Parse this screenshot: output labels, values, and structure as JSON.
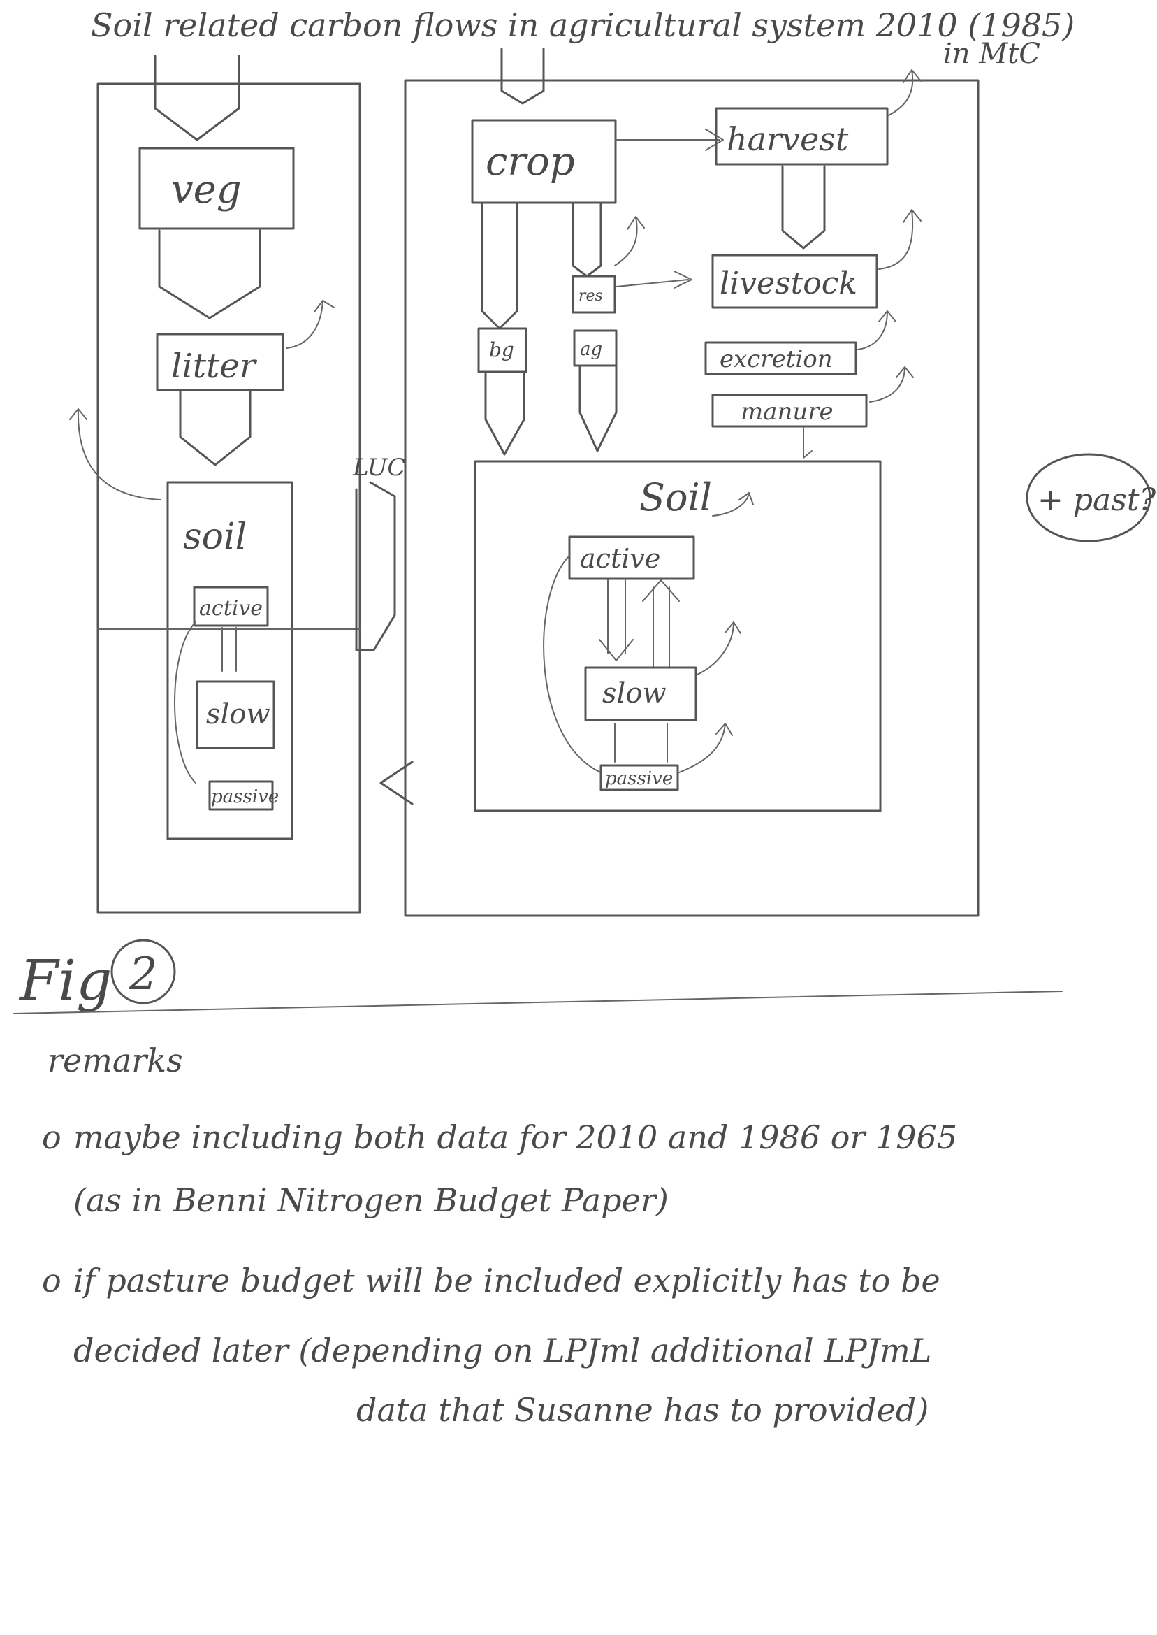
{
  "title": "Soil related carbon flows in agricultural system 2010 (1985)",
  "unit": "in MtC",
  "left_panel": {
    "veg": "veg",
    "litter": "litter",
    "soil": "soil",
    "active": "active",
    "slow": "slow",
    "passive": "passive",
    "luc": "LUC"
  },
  "right_panel": {
    "crop": "crop",
    "harvest": "harvest",
    "livestock": "livestock",
    "excretion": "excretion",
    "manure": "manure",
    "res": "res",
    "bg": "bg",
    "ag": "ag",
    "soil": "Soil",
    "active": "active",
    "slow": "slow",
    "passive": "passive"
  },
  "side_note": "+ past?",
  "figure_label": "Fig",
  "figure_number": "2",
  "remarks": {
    "heading": "remarks",
    "items": [
      {
        "bullet": "o",
        "lines": [
          "maybe including both data for 2010 and 1986 or 1965",
          "(as in Benni Nitrogen Budget Paper)"
        ]
      },
      {
        "bullet": "o",
        "lines": [
          "if pasture budget will be included explicitly has to be",
          "decided later (depending on LPJml additional LPJmL",
          "data that Susanne has to provided)"
        ]
      }
    ]
  }
}
